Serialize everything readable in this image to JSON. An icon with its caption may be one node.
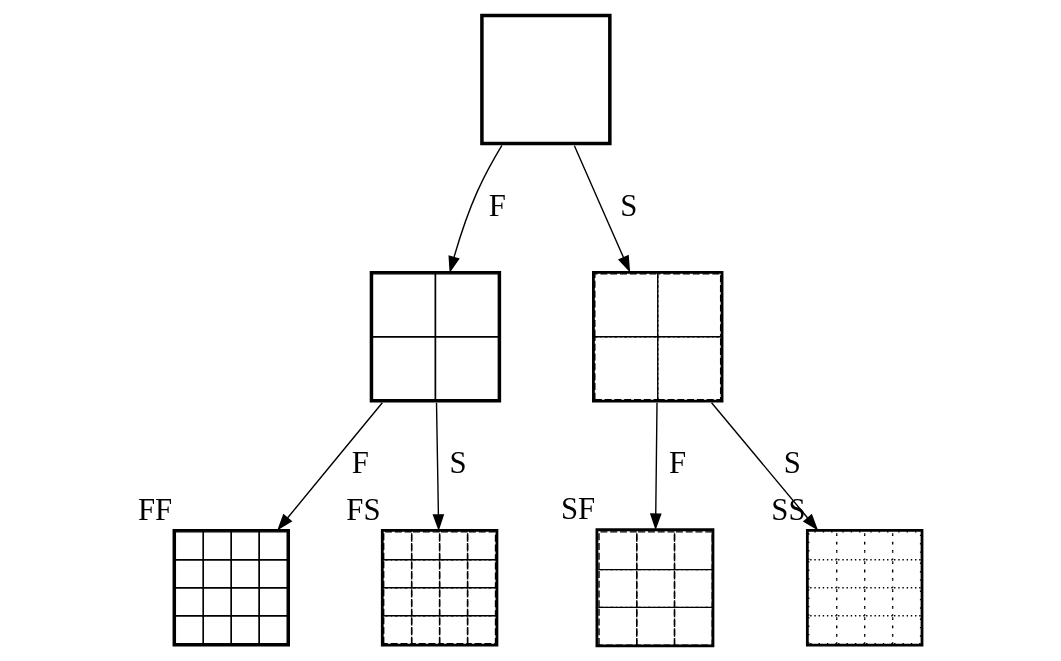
{
  "diagram": {
    "nodes": [
      {
        "text": [],
        "shape": "box"
      },
      {
        "text": [],
        "shape": "box"
      },
      {
        "text": [],
        "shape": "box"
      },
      {
        "text": [],
        "shape": "box",
        "beside": [
          "FF"
        ]
      },
      {
        "text": [],
        "shape": "box",
        "beside": [
          "FS"
        ]
      },
      {
        "text": [],
        "shape": "box",
        "beside": [
          "SF"
        ]
      },
      {
        "text": [],
        "shape": "box",
        "beside": [
          "SS"
        ]
      }
    ],
    "edges": [
      {
        "from": 0,
        "to": 1,
        "arrow": "to",
        "label": "F"
      },
      {
        "from": 0,
        "to": 2,
        "arrow": "to",
        "label": "S"
      },
      {
        "from": 1,
        "to": 3,
        "arrow": "to",
        "label": "F"
      },
      {
        "from": 1,
        "to": 4,
        "arrow": "to",
        "label": "S"
      },
      {
        "from": 2,
        "to": 5,
        "arrow": "to",
        "label": "F"
      },
      {
        "from": 2,
        "to": 6,
        "arrow": "to",
        "label": "S"
      }
    ]
  }
}
